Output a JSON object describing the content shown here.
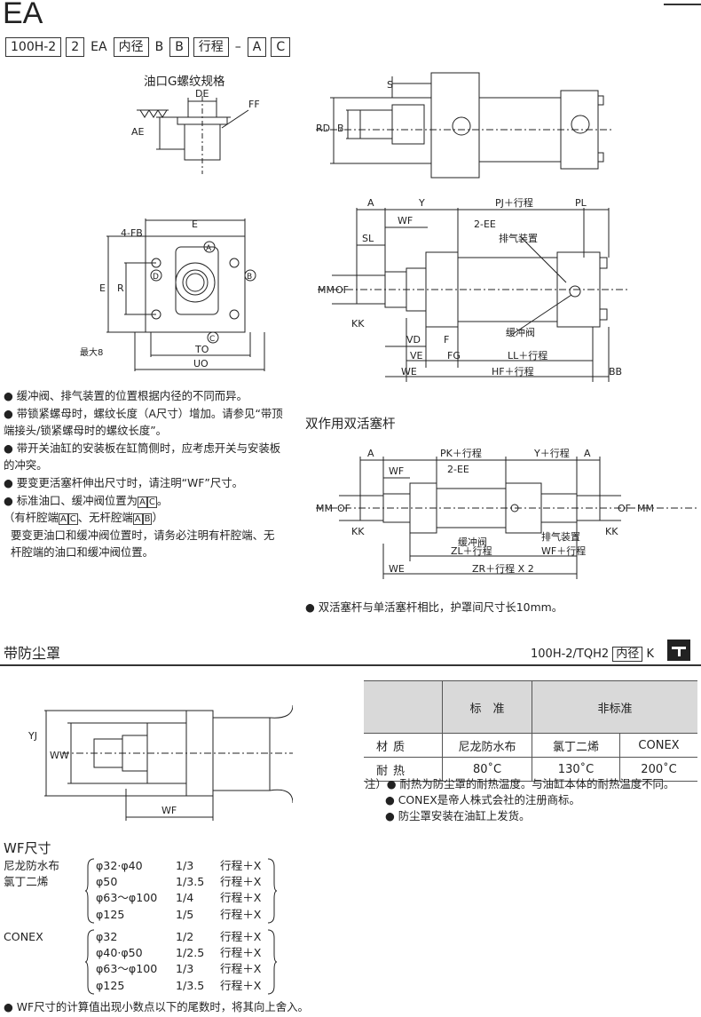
{
  "header": {
    "model_code": "EA",
    "code_items": [
      {
        "text": "100H-2",
        "boxed": true
      },
      {
        "text": "2",
        "boxed": true
      },
      {
        "text": "EA",
        "boxed": false
      },
      {
        "text": "内径",
        "boxed": true
      },
      {
        "text": "B",
        "boxed": false
      },
      {
        "text": "B",
        "boxed": true
      },
      {
        "text": "行程",
        "boxed": true
      },
      {
        "text": "–",
        "boxed": false
      },
      {
        "text": "A",
        "boxed": true
      },
      {
        "text": "C",
        "boxed": true
      }
    ]
  },
  "port_detail": {
    "title": "油口G螺纹规格",
    "labels": {
      "de": "DE",
      "ff": "FF",
      "ae": "AE"
    }
  },
  "top_view": {
    "labels": {
      "s": "S",
      "rd": "RD",
      "b": "B"
    }
  },
  "side_view": {
    "labels": {
      "a": "A",
      "y": "Y",
      "pj": "PJ＋行程",
      "pl": "PL",
      "wf": "WF",
      "ee": "2-EE",
      "sl": "SL",
      "vent": "排气装置",
      "mm": "MM",
      "of": "OF",
      "kk": "KK",
      "cushion": "缓冲阀",
      "vd": "VD",
      "f": "F",
      "ve": "VE",
      "fg": "FG",
      "ll": "LL＋行程",
      "we": "WE",
      "hf": "HF＋行程",
      "bb": "BB"
    }
  },
  "front_view": {
    "labels": {
      "fb": "4-FB",
      "e_top": "E",
      "e_left": "E",
      "r": "R",
      "a": "A",
      "b": "B",
      "c": "C",
      "d": "D",
      "max8": "最大8",
      "to": "TO",
      "uo": "UO"
    }
  },
  "notes": [
    "缓冲阀、排气装置的位置根据内径的不同而异。",
    "带锁紧螺母时，螺纹长度（A尺寸）增加。请参见“带顶端接头/锁紧螺母时的螺纹长度”。",
    "带开关油缸的安装板在缸筒侧时，应考虑开关与安装板的冲突。",
    "要变更活塞杆伸出尺寸时，请注明“WF”尺寸。"
  ],
  "note_port": {
    "prefix": "标准油口、缓冲阀位置为",
    "a": "A",
    "c": "C",
    "end": "。"
  },
  "note_port2": {
    "p1": "（有杆腔端",
    "a": "A",
    "c": "C",
    "p2": "、无杆腔端",
    "a2": "A",
    "b": "B",
    "p3": "）"
  },
  "note_port3": "要变更油口和缓冲阀位置时，请务必注明有杆腔端、无杆腔端的油口和缓冲阀位置。",
  "double_rod": {
    "title": "双作用双活塞杆",
    "labels": {
      "a1": "A",
      "wf": "WF",
      "pk": "PK＋行程",
      "ee": "2-EE",
      "y": "Y＋行程",
      "a2": "A",
      "mm1": "MM",
      "of1": "OF",
      "kk1": "KK",
      "of2": "OF",
      "mm2": "MM",
      "kk2": "KK",
      "cushion": "缓冲阀",
      "vent": "排气装置",
      "zl": "ZL＋行程",
      "wf2": "WF＋行程",
      "we": "WE",
      "zr": "ZR＋行程 X 2"
    },
    "note": "双活塞杆与单活塞杆相比，护罩间尺寸长10mm。"
  },
  "dust_cover": {
    "title": "带防尘罩",
    "code_prefix": "100H-2/TQH2",
    "code_box": "内径",
    "code_suffix": "K",
    "labels": {
      "yj": "YJ",
      "ww": "WW",
      "wf": "WF"
    }
  },
  "spec_table": {
    "header_std": "标　准",
    "header_nonstd": "非标准",
    "rows": [
      {
        "label": "材质",
        "c1": "尼龙防水布",
        "c2": "氯丁二烯",
        "c3": "CONEX"
      },
      {
        "label": "耐热",
        "c1": "80˚C",
        "c2": "130˚C",
        "c3": "200˚C"
      }
    ]
  },
  "table_notes": {
    "prefix": "注）",
    "items": [
      "耐热为防尘罩的耐热温度。与油缸本体的耐热温度不同。",
      "CONEX是帝人株式会社的注册商标。",
      "防尘罩安装在油缸上发货。"
    ]
  },
  "wf_dims": {
    "title": "WF尺寸",
    "groups": [
      {
        "names": [
          "尼龙防水布",
          "氯丁二烯"
        ],
        "rows": [
          {
            "bore": "φ32·φ40",
            "ratio": "1/3",
            "formula": "行程＋X"
          },
          {
            "bore": "φ50",
            "ratio": "1/3.5",
            "formula": "行程＋X"
          },
          {
            "bore": "φ63～φ100",
            "ratio": "1/4",
            "formula": "行程＋X"
          },
          {
            "bore": "φ125",
            "ratio": "1/5",
            "formula": "行程＋X"
          }
        ]
      },
      {
        "names": [
          "CONEX"
        ],
        "rows": [
          {
            "bore": "φ32",
            "ratio": "1/2",
            "formula": "行程＋X"
          },
          {
            "bore": "φ40·φ50",
            "ratio": "1/2.5",
            "formula": "行程＋X"
          },
          {
            "bore": "φ63～φ100",
            "ratio": "1/3",
            "formula": "行程＋X"
          },
          {
            "bore": "φ125",
            "ratio": "1/3.5",
            "formula": "行程＋X"
          }
        ]
      }
    ],
    "footnote": "WF尺寸的计算值出现小数点以下的尾数时，将其向上舍入。"
  }
}
